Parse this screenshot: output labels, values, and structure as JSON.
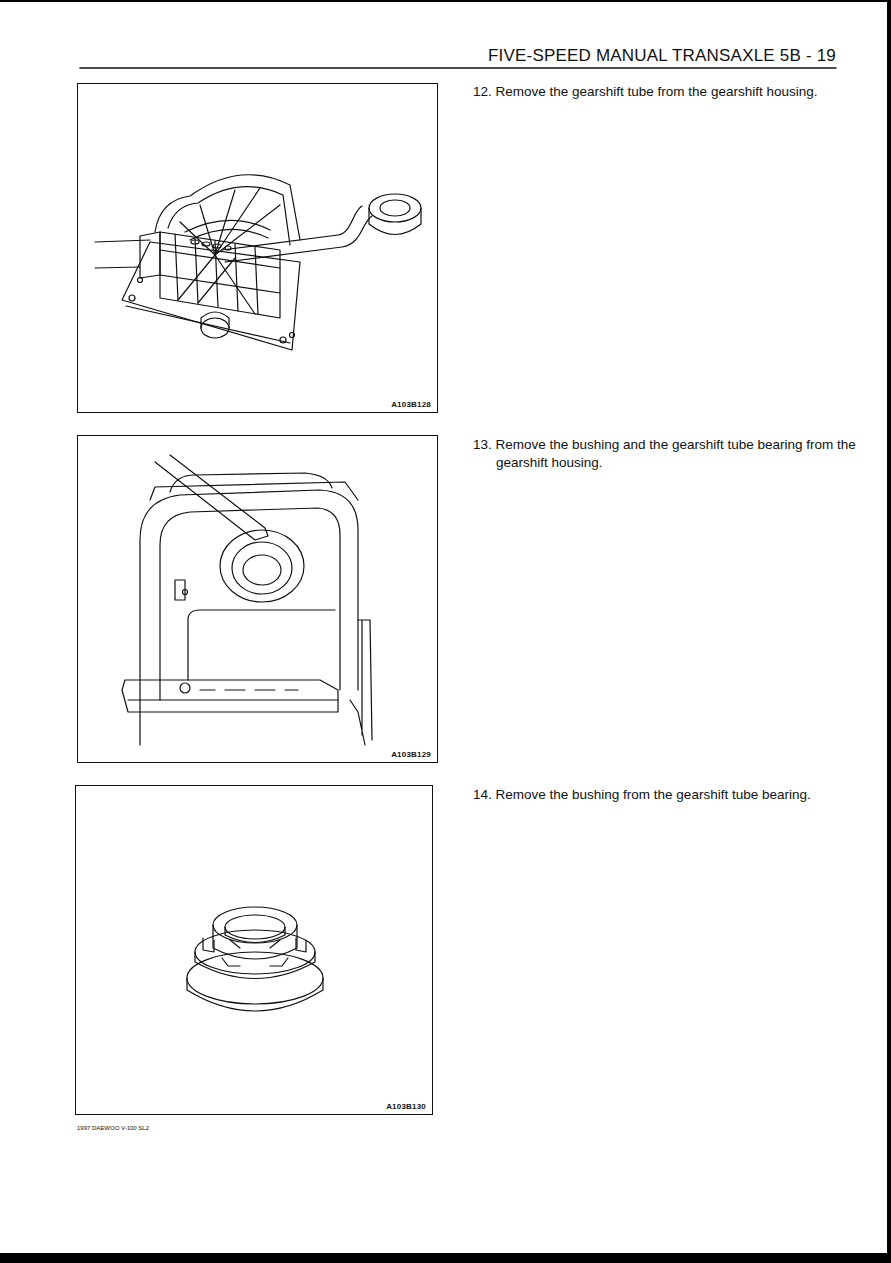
{
  "diagram": {
    "title": "FIVE-SPEED MANUAL TRANSAXLE 5B - 19",
    "nodes": [
      {
        "text": [
          "A103B128"
        ]
      },
      {
        "text": [
          "A103B129"
        ]
      },
      {
        "text": [
          "A103B130"
        ]
      }
    ],
    "labels": [
      "12. Remove the gearshift tube from the gearshift housing.",
      "13. Remove the bushing and the gearshift tube bearing from the gearshift housing.",
      "14. Remove the bushing from the gearshift tube bearing.",
      "1997 DAEWOO V-100 SL2"
    ]
  }
}
